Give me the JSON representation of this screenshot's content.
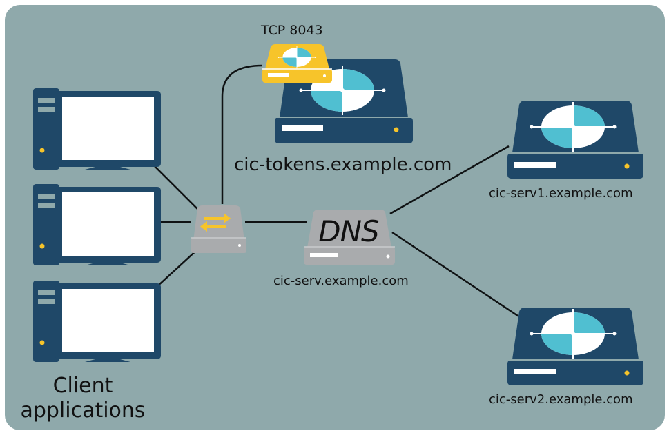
{
  "diagram": {
    "port_label": "TCP 8043",
    "tokens_server_label": "cic-tokens.example.com",
    "server1_label": "cic-serv1.example.com",
    "server2_label": "cic-serv2.example.com",
    "dns_label": "DNS",
    "dns_hostname_label": "cic-serv.example.com",
    "clients_label": "Client applications"
  },
  "colors": {
    "background": "#8fa9ab",
    "server_navy": "#1f4868",
    "accent_cyan": "#50bfd1",
    "token_yellow": "#f7c42a",
    "gray_device": "#a9abad",
    "link_line": "#0f1213"
  }
}
